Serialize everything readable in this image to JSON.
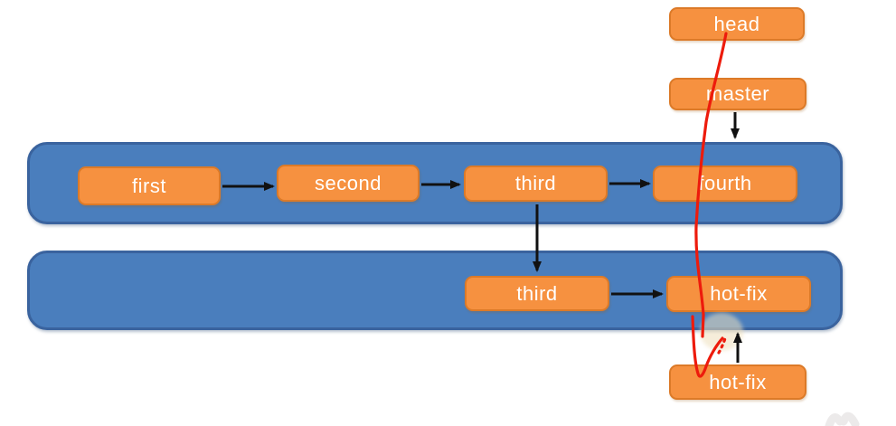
{
  "diagram": {
    "pointers": {
      "head": "head",
      "master": "master"
    },
    "master_lane": {
      "first": "first",
      "second": "second",
      "third": "third",
      "fourth": "fourth"
    },
    "branch_lane": {
      "third": "third",
      "hotfix": "hot-fix"
    },
    "floating": {
      "hotfix": "hot-fix"
    },
    "colors": {
      "node_fill": "#F69140",
      "node_border": "#DC7A28",
      "lane_fill": "#4A7EBD",
      "lane_border": "#3A639E",
      "arrow": "#111111",
      "pen": "#ED1B0C",
      "highlight": "#EFE0BC",
      "watermark": "#ECEAEA",
      "text": "#FFFFFF"
    }
  }
}
